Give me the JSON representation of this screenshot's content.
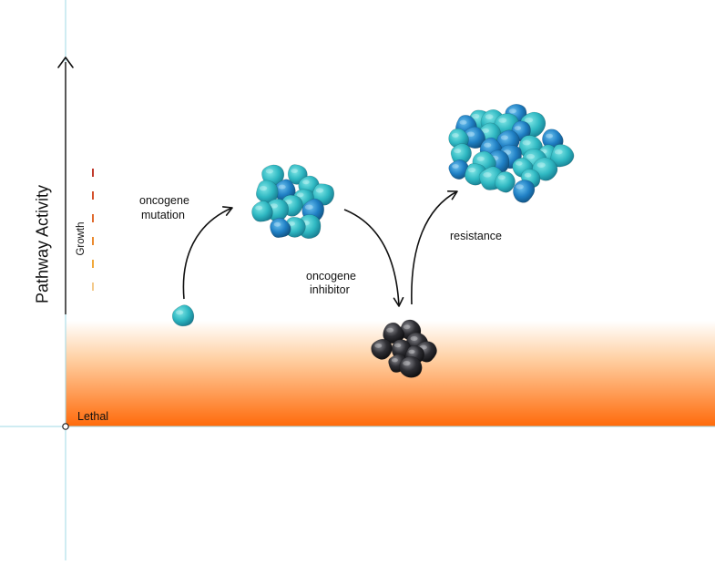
{
  "axis": {
    "y_label": "Pathway Activity",
    "growth_label": "Growth",
    "lethal_label": "Lethal"
  },
  "steps": {
    "mutation": [
      "oncogene",
      "mutation"
    ],
    "inhibitor": [
      "oncogene",
      "inhibitor"
    ],
    "resistance": "resistance"
  },
  "colors": {
    "cell_teal": "#2fb8c2",
    "cell_blue": "#1f7fc4",
    "cell_dark": "#2a2a2e",
    "lethal_orange": "#ff6a0a",
    "axis_line": "#9fd8e4",
    "arrow": "#111111",
    "growth_dash_top": "#c0392b",
    "growth_dash_bottom": "#f3c98a"
  },
  "icons": [
    "single-cell-icon",
    "cell-cluster-icon",
    "treated-cluster-icon",
    "resistant-cluster-icon"
  ]
}
